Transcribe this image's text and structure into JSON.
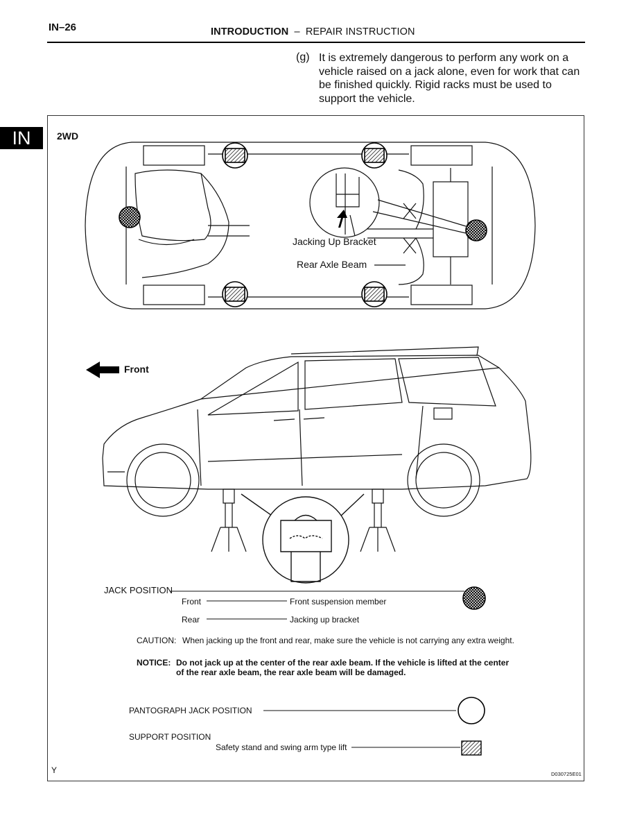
{
  "header": {
    "page_number": "IN–26",
    "section": "INTRODUCTION",
    "separator": "–",
    "subsection": "REPAIR INSTRUCTION"
  },
  "side_tab": "IN",
  "instruction": {
    "marker": "(g)",
    "text": "It is extremely dangerous to perform any work on a vehicle raised on a jack alone, even for work that can be finished quickly. Rigid racks must be used to support the vehicle."
  },
  "figure": {
    "drive_type": "2WD",
    "callouts": {
      "jacking_up_bracket": "Jacking Up Bracket",
      "rear_axle_beam": "Rear Axle Beam",
      "front": "Front"
    },
    "legend": {
      "jack_position": {
        "title": "JACK POSITION",
        "rows": [
          {
            "label": "Front",
            "value": "Front suspension member"
          },
          {
            "label": "Rear",
            "value": "Jacking up bracket"
          }
        ]
      },
      "caution_label": "CAUTION:",
      "caution_text": "When jacking up the front and rear, make sure the vehicle is not carrying any extra weight.",
      "notice_label": "NOTICE:",
      "notice_line1": "Do not jack up at the center of the rear axle beam. If the vehicle is lifted at the center",
      "notice_line2": "of the rear axle beam, the rear axle beam will be damaged.",
      "pantograph": "PANTOGRAPH JACK POSITION",
      "support_title": "SUPPORT POSITION",
      "support_text": "Safety stand and swing arm type lift"
    },
    "corner_letter": "Y",
    "figure_code": "D030725E01"
  }
}
